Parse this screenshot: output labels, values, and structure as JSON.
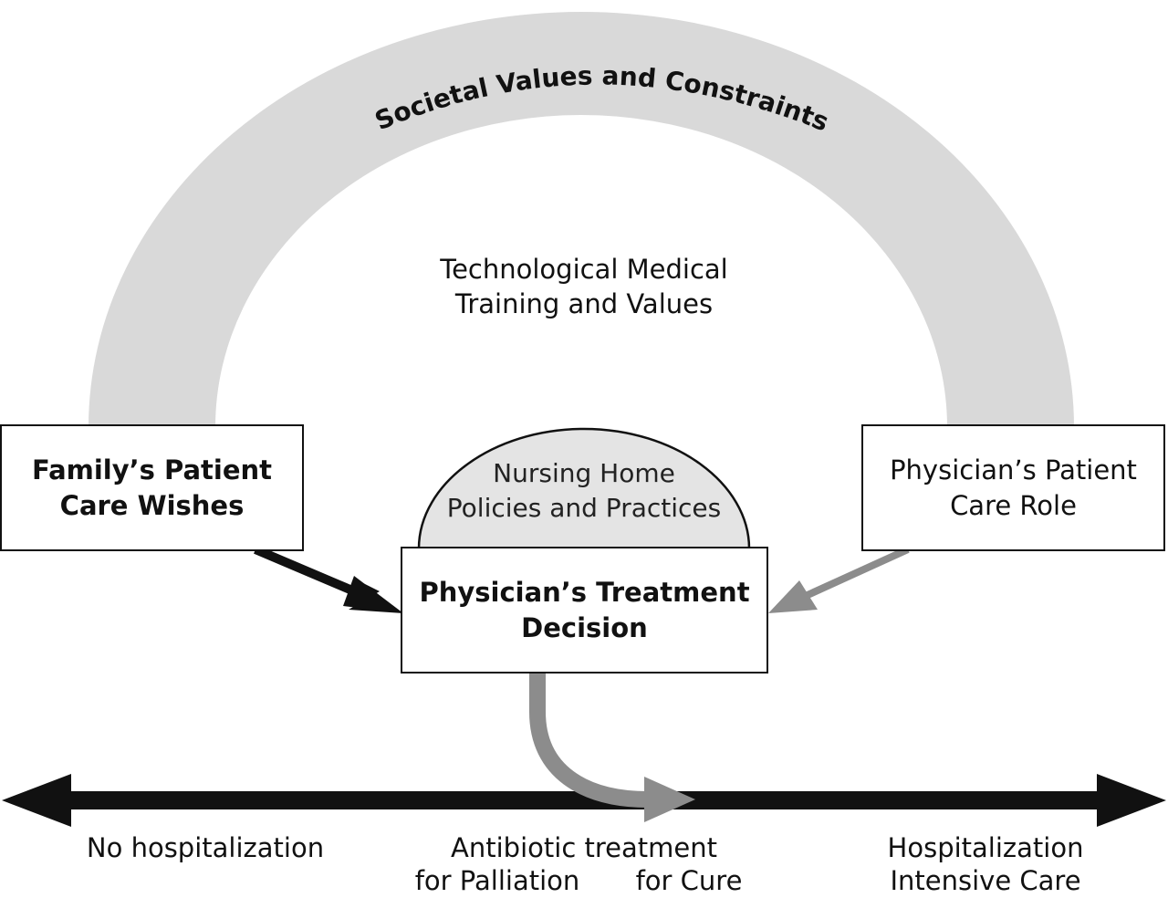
{
  "arch": {
    "label": "Societal Values and Constraints"
  },
  "inner_label": {
    "line1": "Technological Medical",
    "line2": "Training and Values"
  },
  "family_box": {
    "line1": "Family’s Patient",
    "line2": "Care Wishes"
  },
  "physician_role_box": {
    "line1": "Physician’s Patient",
    "line2": "Care Role"
  },
  "nursing_home": {
    "line1": "Nursing Home",
    "line2": "Policies and Practices"
  },
  "decision_box": {
    "line1": "Physician’s Treatment",
    "line2": "Decision"
  },
  "axis": {
    "left_label": "No hospitalization",
    "middle_label": "Antibiotic treatment",
    "middle_sub_left": "for Palliation",
    "middle_sub_right": "for Cure",
    "right_label_1": "Hospitalization",
    "right_label_2": "Intensive Care"
  },
  "colors": {
    "arch": "#d9d9d9",
    "dome": "#e4e4e4",
    "gray_arrow": "#8c8c8c",
    "black": "#111111"
  }
}
